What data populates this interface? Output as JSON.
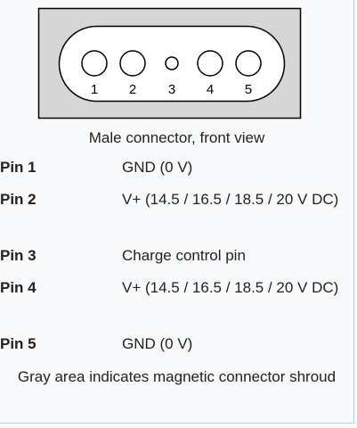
{
  "diagram": {
    "pin_numbers": [
      "1",
      "2",
      "3",
      "4",
      "5"
    ],
    "colors": {
      "shroud_fill": "#d6d6d6",
      "face_fill": "#ffffff",
      "outline": "#000000",
      "background": "#f8f9fa"
    }
  },
  "caption_top": "Male connector, front view",
  "pins": [
    {
      "name": "Pin 1",
      "desc": "GND (0 V)"
    },
    {
      "name": "Pin 2",
      "desc": "V+ (14.5 / 16.5 / 18.5 / 20 V DC)"
    },
    {
      "name": "Pin 3",
      "desc": "Charge control pin"
    },
    {
      "name": "Pin 4",
      "desc": "V+ (14.5 / 16.5 / 18.5 / 20 V DC)"
    },
    {
      "name": "Pin 5",
      "desc": "GND (0 V)"
    }
  ],
  "caption_bottom": "Gray area indicates magnetic connector shroud"
}
